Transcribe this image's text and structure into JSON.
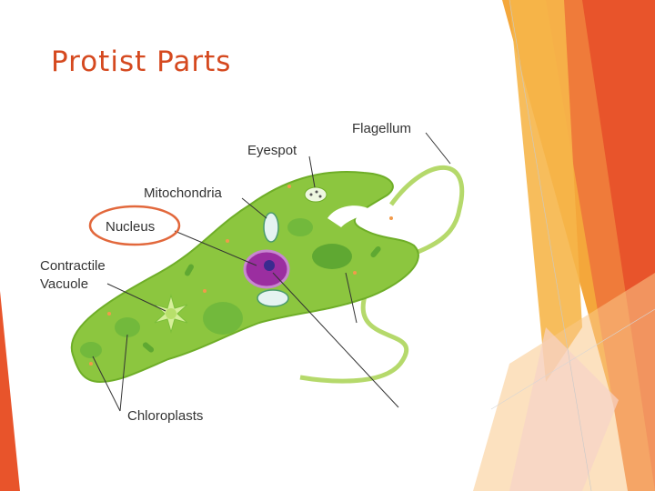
{
  "slide": {
    "title": "Protist Parts"
  },
  "diagram": {
    "labels": {
      "flagellum": "Flagellum",
      "eyespot": "Eyespot",
      "mitochondria": "Mitochondria",
      "nucleus": "Nucleus",
      "contractile_line1": "Contractile",
      "contractile_line2": "Vacuole",
      "chloroplasts": "Chloroplasts"
    },
    "highlighted_label": "Nucleus"
  },
  "colors": {
    "title": "#d5491f",
    "highlight_ring": "#e2683c",
    "cell_body": "#8cc63f",
    "nucleus": "#9b2ea0",
    "decor_orange": "#e8542b",
    "decor_amber": "#f4a73b"
  }
}
